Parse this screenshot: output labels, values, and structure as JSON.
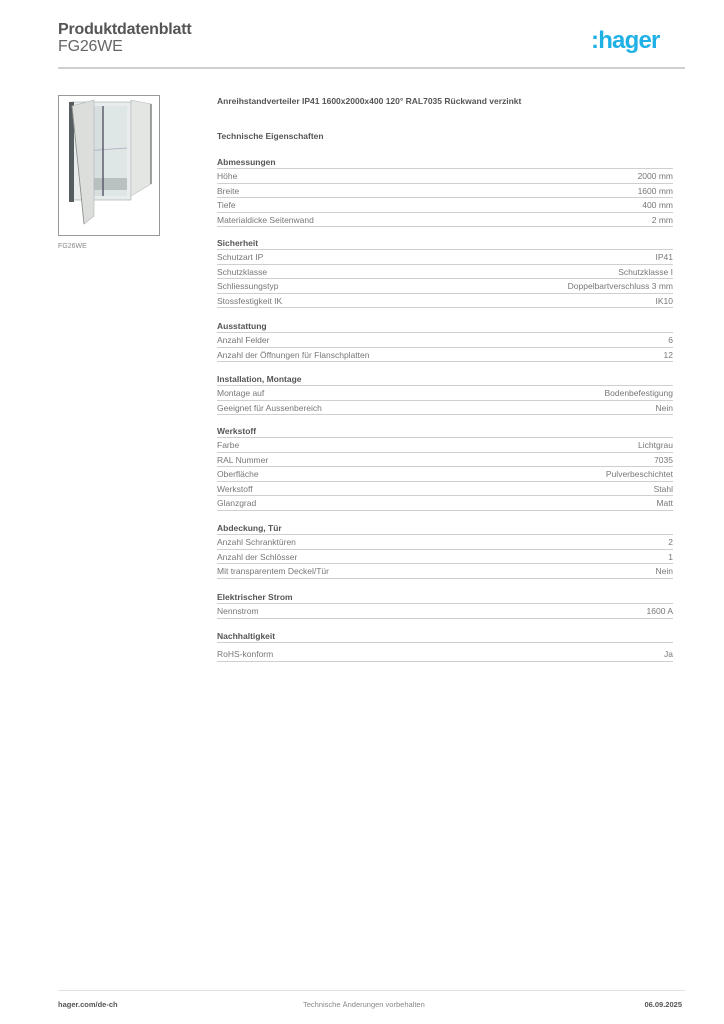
{
  "header": {
    "title": "Produktdatenblatt",
    "product_code": "FG26WE",
    "logo_text": ":hager",
    "logo_color": "#1fb1e6"
  },
  "product": {
    "image_caption": "FG26WE",
    "image_icon": "distribution-cabinet-image",
    "description": "Anreihstandverteiler IP41 1600x2000x400 120° RAL7035 Rückwand verzinkt",
    "tech_heading": "Technische Eigenschaften"
  },
  "sections": [
    {
      "title": "Abmessungen",
      "rows": [
        {
          "label": "Höhe",
          "value": "2000 mm"
        },
        {
          "label": "Breite",
          "value": "1600 mm"
        },
        {
          "label": "Tiefe",
          "value": "400 mm"
        },
        {
          "label": "Materialdicke Seitenwand",
          "value": "2 mm"
        }
      ]
    },
    {
      "title": "Sicherheit",
      "rows": [
        {
          "label": "Schutzart IP",
          "value": "IP41"
        },
        {
          "label": "Schutzklasse",
          "value": "Schutzklasse I"
        },
        {
          "label": "Schliessungstyp",
          "value": "Doppelbartverschluss 3 mm"
        },
        {
          "label": "Stossfestigkeit IK",
          "value": "IK10"
        }
      ]
    },
    {
      "title": "Ausstattung",
      "rows": [
        {
          "label": "Anzahl Felder",
          "value": "6"
        },
        {
          "label": "Anzahl der Öffnungen für Flanschplatten",
          "value": "12"
        }
      ]
    },
    {
      "title": "Installation, Montage",
      "rows": [
        {
          "label": "Montage auf",
          "value": "Bodenbefestigung"
        },
        {
          "label": "Geeignet für Aussenbereich",
          "value": "Nein"
        }
      ]
    },
    {
      "title": "Werkstoff",
      "rows": [
        {
          "label": "Farbe",
          "value": "Lichtgrau"
        },
        {
          "label": "RAL Nummer",
          "value": "7035"
        },
        {
          "label": "Oberfläche",
          "value": "Pulverbeschichtet"
        },
        {
          "label": "Werkstoff",
          "value": "Stahl"
        },
        {
          "label": "Glanzgrad",
          "value": "Matt"
        }
      ]
    },
    {
      "title": "Abdeckung, Tür",
      "rows": [
        {
          "label": "Anzahl Schranktüren",
          "value": "2"
        },
        {
          "label": "Anzahl der Schlösser",
          "value": "1"
        },
        {
          "label": "Mit transparentem Deckel/Tür",
          "value": "Nein"
        }
      ]
    },
    {
      "title": "Elektrischer Strom",
      "rows": [
        {
          "label": "Nennstrom",
          "value": "1600 A"
        }
      ]
    },
    {
      "title": "Nachhaltigkeit",
      "rows": [
        {
          "label": "RoHS-konform",
          "value": "Ja"
        }
      ]
    }
  ],
  "footer": {
    "website": "hager.com/de-ch",
    "disclaimer": "Technische Änderungen vorbehalten",
    "date": "06.09.2025"
  }
}
